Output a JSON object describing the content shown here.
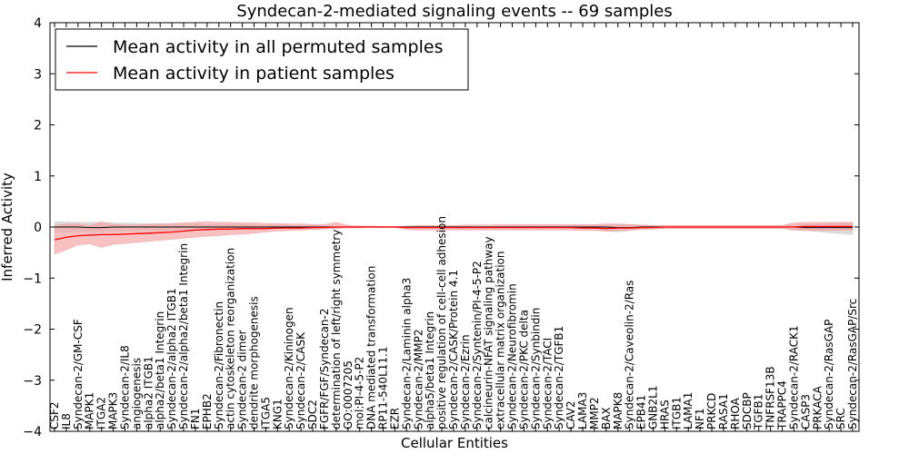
{
  "chart_data": {
    "type": "line",
    "title": "Syndecan-2-mediated signaling events -- 69 samples",
    "xlabel": "Cellular Entities",
    "ylabel": "Inferred Activity",
    "ylim": [
      -4,
      4
    ],
    "yticks": [
      -4,
      -3,
      -2,
      -1,
      0,
      1,
      2,
      3,
      4
    ],
    "grid": false,
    "legend_position": "top-left",
    "categories": [
      "CSF2",
      "IL8",
      "Syndecan-2/GM-CSF",
      "MAPK1",
      "ITGA2",
      "MAPK3",
      "Syndecan-2/IL8",
      "angiogenesis",
      "alpha2 ITGB1",
      "alpha2/beta1 Integrin",
      "Syndecan-2/alpha2 ITGB1",
      "Syndecan-2/alpha2/beta1 Integrin",
      "FN1",
      "EPHB2",
      "Syndecan-2/Fibronectin",
      "actin cytoskeleton reorganization",
      "Syndecan-2 dimer",
      "dendrite morphogenesis",
      "ITGA5",
      "KNG1",
      "Syndecan-2/Kininogen",
      "Syndecan-2/CASK",
      "SDC2",
      "FGFR/FGF/Syndecan-2",
      "determination of left/right symmetry",
      "GO:0007205",
      "mol:PI-4-5-P2",
      "DNA mediated transformation",
      "RP11-540L11.1",
      "EZR",
      "Syndecan-2/Laminin alpha3",
      "Syndecan-2/MMP2",
      "alpha5/beta1 Integrin",
      "positive regulation of cell-cell adhesion",
      "Syndecan-2/CASK/Protein 4.1",
      "Syndecan-2/Ezrin",
      "Syndecan-2/Syntenin/PI-4-5-P2",
      "calcineurin-NFAT signaling pathway",
      "extracellular matrix organization",
      "Syndecan-2/Neurofibromin",
      "Syndecan-2/PKC delta",
      "Syndecan-2/Synbindin",
      "Syndecan-2/TACI",
      "Syndecan-2/TGFB1",
      "CAV2",
      "LAMA3",
      "MMP2",
      "BAX",
      "MAPK8",
      "Syndecan-2/Caveolin-2/Ras",
      "EPB41",
      "GNB2L1",
      "HRAS",
      "ITGB1",
      "LAMA1",
      "NF1",
      "PRKCD",
      "RASA1",
      "RHOA",
      "SDCBP",
      "TGFB1",
      "TNFRSF13B",
      "TRAPPC4",
      "Syndecan-2/RACK1",
      "CASP3",
      "PRKACA",
      "Syndecan-2/RasGAP",
      "SRC",
      "Syndecan-2/RasGAP/Src"
    ],
    "series": [
      {
        "name": "Mean activity in all permuted samples",
        "color": "#000000",
        "band_color": "#d0d0d0",
        "values": [
          0,
          0,
          0,
          -0.01,
          -0.01,
          0,
          0,
          0,
          0,
          0,
          0,
          0,
          0,
          0,
          0,
          0,
          0,
          0,
          0,
          0,
          0,
          0,
          0,
          0,
          0,
          0,
          0,
          0,
          0,
          0,
          0,
          0,
          0,
          0,
          0,
          0,
          0,
          0,
          0,
          0,
          0,
          0,
          0,
          0,
          0,
          0,
          0,
          0,
          -0.01,
          -0.01,
          0,
          0,
          0,
          0,
          0,
          0,
          0,
          0,
          0,
          0,
          0,
          0,
          0,
          0,
          -0.01,
          -0.01,
          -0.01,
          -0.01,
          -0.01
        ],
        "upper": [
          0.1,
          0.1,
          0.09,
          0.09,
          0.09,
          0.08,
          0.08,
          0.07,
          0.07,
          0.07,
          0.06,
          0.06,
          0.06,
          0.05,
          0.05,
          0.05,
          0.05,
          0.04,
          0.04,
          0.04,
          0.03,
          0.03,
          0.03,
          0.02,
          0.02,
          0.02,
          0.01,
          0.01,
          0.01,
          0.01,
          0.01,
          0.01,
          0.01,
          0.01,
          0.01,
          0.01,
          0.01,
          0.01,
          0.01,
          0.02,
          0.02,
          0.02,
          0.02,
          0.02,
          0.03,
          0.03,
          0.03,
          0.04,
          0.05,
          0.05,
          0.03,
          0.03,
          0.03,
          0.03,
          0.03,
          0.03,
          0.03,
          0.03,
          0.03,
          0.03,
          0.03,
          0.03,
          0.03,
          0.04,
          0.05,
          0.06,
          0.07,
          0.08,
          0.09
        ],
        "lower": [
          -0.1,
          -0.1,
          -0.09,
          -0.09,
          -0.09,
          -0.08,
          -0.08,
          -0.07,
          -0.07,
          -0.07,
          -0.06,
          -0.06,
          -0.06,
          -0.05,
          -0.05,
          -0.05,
          -0.05,
          -0.04,
          -0.04,
          -0.04,
          -0.03,
          -0.03,
          -0.03,
          -0.02,
          -0.02,
          -0.02,
          -0.01,
          -0.01,
          -0.01,
          -0.01,
          -0.01,
          -0.01,
          -0.01,
          -0.01,
          -0.01,
          -0.01,
          -0.01,
          -0.01,
          -0.01,
          -0.02,
          -0.02,
          -0.02,
          -0.02,
          -0.02,
          -0.03,
          -0.03,
          -0.03,
          -0.08,
          -0.1,
          -0.07,
          -0.03,
          -0.03,
          -0.03,
          -0.03,
          -0.03,
          -0.03,
          -0.03,
          -0.03,
          -0.03,
          -0.03,
          -0.03,
          -0.03,
          -0.03,
          -0.05,
          -0.07,
          -0.09,
          -0.11,
          -0.13,
          -0.15
        ]
      },
      {
        "name": "Mean activity in patient samples",
        "color": "#ff0000",
        "band_color": "#f5a0a0",
        "values": [
          -0.25,
          -0.2,
          -0.17,
          -0.16,
          -0.15,
          -0.15,
          -0.14,
          -0.13,
          -0.12,
          -0.11,
          -0.1,
          -0.08,
          -0.06,
          -0.05,
          -0.04,
          -0.04,
          -0.03,
          -0.03,
          -0.03,
          -0.02,
          -0.02,
          -0.02,
          -0.01,
          -0.01,
          0,
          0,
          0,
          0,
          0,
          0,
          -0.01,
          -0.01,
          -0.01,
          -0.01,
          -0.01,
          -0.01,
          -0.01,
          -0.01,
          -0.01,
          -0.01,
          -0.01,
          -0.01,
          -0.01,
          -0.01,
          -0.01,
          -0.02,
          -0.02,
          -0.03,
          -0.02,
          -0.02,
          -0.01,
          -0.01,
          0,
          0,
          0,
          0,
          0,
          0,
          0,
          0,
          0,
          0,
          0,
          0,
          0.01,
          0.01,
          0.01,
          0.01,
          0.01
        ],
        "upper": [
          0.03,
          0.06,
          0.06,
          0.03,
          0.1,
          0.05,
          0.04,
          0.04,
          0.05,
          0.06,
          0.07,
          0.08,
          0.09,
          0.1,
          0.09,
          0.09,
          0.08,
          0.08,
          0.07,
          0.07,
          0.06,
          0.06,
          0.05,
          0.05,
          0.09,
          0.03,
          0.02,
          0.02,
          0.01,
          0.01,
          0.02,
          0.03,
          0.03,
          0.03,
          0.03,
          0.04,
          0.04,
          0.04,
          0.05,
          0.05,
          0.05,
          0.05,
          0.05,
          0.05,
          0.05,
          0.05,
          0.05,
          0.06,
          0.06,
          0.05,
          0.04,
          0.03,
          0.03,
          0.03,
          0.03,
          0.03,
          0.03,
          0.03,
          0.03,
          0.03,
          0.03,
          0.03,
          0.03,
          0.08,
          0.09,
          0.09,
          0.09,
          0.09,
          0.09
        ],
        "lower": [
          -0.53,
          -0.45,
          -0.35,
          -0.33,
          -0.4,
          -0.34,
          -0.32,
          -0.3,
          -0.28,
          -0.26,
          -0.24,
          -0.22,
          -0.2,
          -0.18,
          -0.17,
          -0.15,
          -0.14,
          -0.12,
          -0.1,
          -0.08,
          -0.07,
          -0.06,
          -0.05,
          -0.04,
          -0.03,
          -0.02,
          -0.02,
          -0.01,
          -0.01,
          -0.01,
          -0.05,
          -0.06,
          -0.06,
          -0.06,
          -0.06,
          -0.06,
          -0.06,
          -0.06,
          -0.06,
          -0.06,
          -0.06,
          -0.06,
          -0.06,
          -0.06,
          -0.06,
          -0.07,
          -0.07,
          -0.08,
          -0.07,
          -0.06,
          -0.05,
          -0.04,
          -0.03,
          -0.03,
          -0.03,
          -0.03,
          -0.03,
          -0.03,
          -0.03,
          -0.03,
          -0.03,
          -0.03,
          -0.03,
          -0.06,
          -0.07,
          -0.07,
          -0.07,
          -0.07,
          -0.07
        ]
      }
    ]
  }
}
